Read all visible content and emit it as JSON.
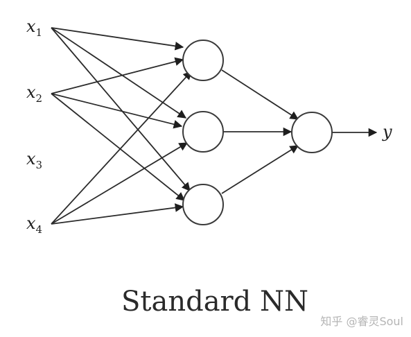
{
  "diagram": {
    "inputs": [
      {
        "var": "x",
        "sub": "1"
      },
      {
        "var": "x",
        "sub": "2"
      },
      {
        "var": "x",
        "sub": "3"
      },
      {
        "var": "x",
        "sub": "4"
      }
    ],
    "output_label": "y",
    "caption": "Standard NN"
  },
  "watermark": "知乎 @睿灵Soul",
  "colors": {
    "line": "#2b2b2b",
    "node_stroke": "#3a3a3a",
    "text": "#1e1e1e",
    "watermark": "#b5b5b5"
  }
}
